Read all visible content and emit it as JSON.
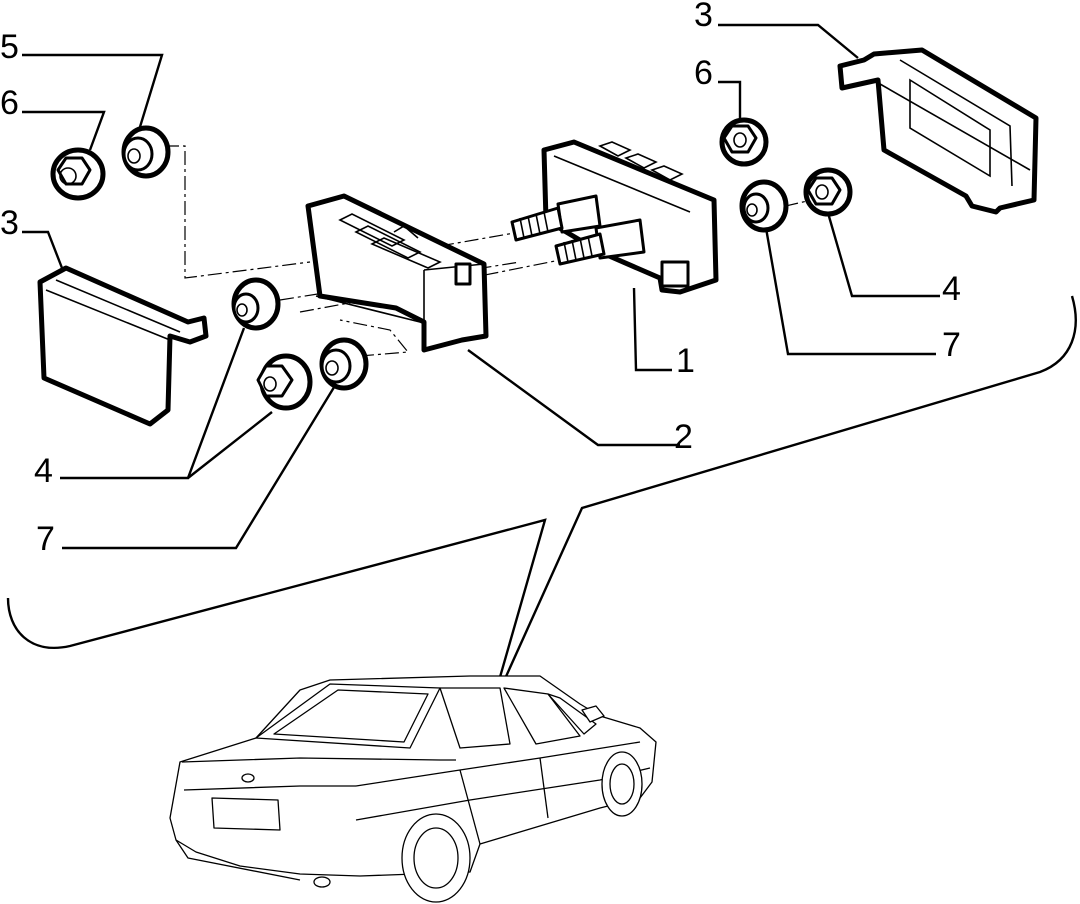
{
  "diagram": {
    "callouts": [
      {
        "id": "c5-left",
        "text": "5"
      },
      {
        "id": "c6-left",
        "text": "6"
      },
      {
        "id": "c3-left",
        "text": "3"
      },
      {
        "id": "c4-left",
        "text": "4"
      },
      {
        "id": "c7-left",
        "text": "7"
      },
      {
        "id": "c2",
        "text": "2"
      },
      {
        "id": "c1",
        "text": "1"
      },
      {
        "id": "c3-right",
        "text": "3"
      },
      {
        "id": "c6-right",
        "text": "6"
      },
      {
        "id": "c4-right",
        "text": "4"
      },
      {
        "id": "c7-right",
        "text": "7"
      }
    ]
  }
}
